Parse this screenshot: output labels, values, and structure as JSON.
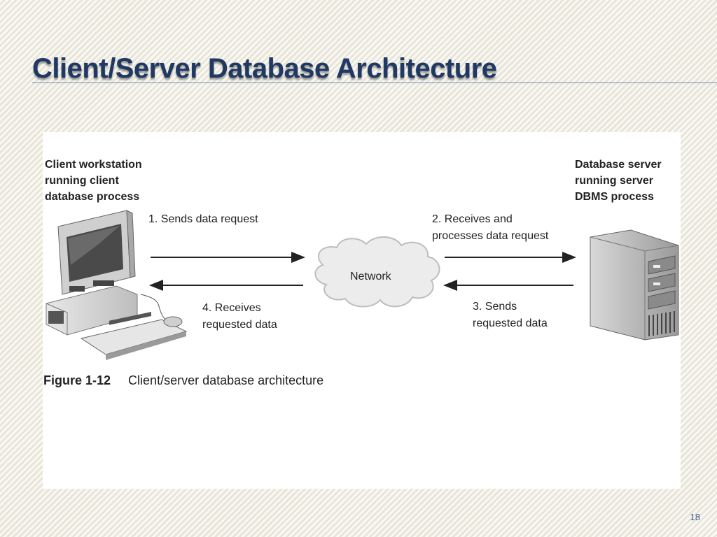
{
  "slide": {
    "title": "Client/Server Database Architecture",
    "page_number": "18"
  },
  "diagram": {
    "client_label": [
      "Client workstation",
      "running client",
      "database process"
    ],
    "server_label": [
      "Database server",
      "running server",
      "DBMS process"
    ],
    "network_label": "Network",
    "steps": {
      "step1": [
        "1. Sends data request"
      ],
      "step2": [
        "2. Receives and",
        "processes data request"
      ],
      "step3": [
        "3. Sends",
        "requested data"
      ],
      "step4": [
        "4. Receives",
        "requested data"
      ]
    },
    "caption_number": "Figure 1-12",
    "caption_text": "Client/server database architecture"
  },
  "colors": {
    "title": "#1f3864",
    "arrow": "#222222"
  }
}
